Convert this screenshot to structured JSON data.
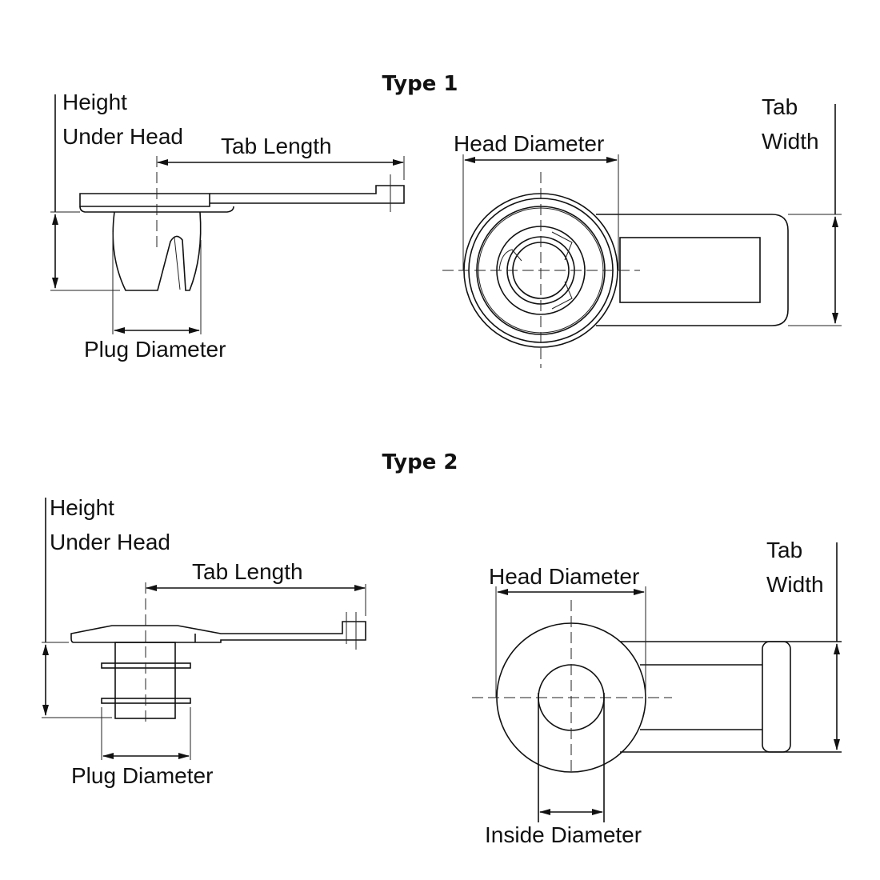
{
  "type1": {
    "title": "Type 1",
    "labels": {
      "height_under_head_line1": "Height",
      "height_under_head_line2": "Under Head",
      "tab_length": "Tab Length",
      "plug_diameter": "Plug Diameter",
      "head_diameter": "Head Diameter",
      "tab_width_line1": "Tab",
      "tab_width_line2": "Width"
    }
  },
  "type2": {
    "title": "Type 2",
    "labels": {
      "height_under_head_line1": "Height",
      "height_under_head_line2": "Under Head",
      "tab_length": "Tab Length",
      "plug_diameter": "Plug Diameter",
      "head_diameter": "Head Diameter",
      "tab_width_line1": "Tab",
      "tab_width_line2": "Width",
      "inside_diameter": "Inside Diameter"
    }
  },
  "colors": {
    "line": "#111111",
    "background": "#ffffff"
  }
}
